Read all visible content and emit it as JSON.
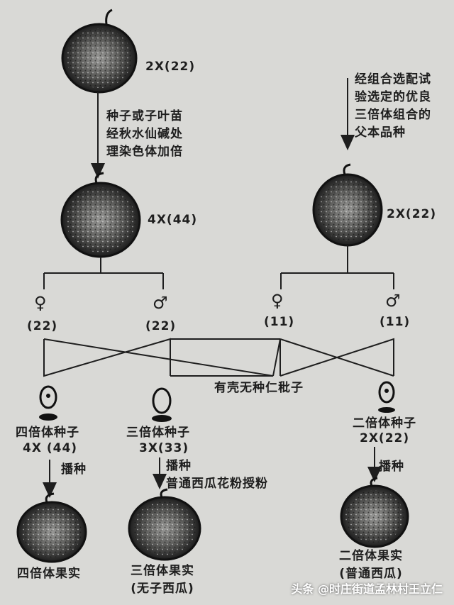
{
  "nodes": {
    "parent_diploid": "2X(22)",
    "tetraploid": "4X(44)",
    "male_parent": "2X(22)"
  },
  "notes": {
    "colchicine": "种子或子叶苗\n经秋水仙碱处\n理染色体加倍",
    "selection": "经组合选配试\n验选定的优良\n三倍体组合的\n父本品种"
  },
  "gametes": {
    "tetra_female_symbol": "♀",
    "tetra_female_count": "(22)",
    "tetra_male_symbol": "♂",
    "tetra_male_count": "(22)",
    "dip_female_symbol": "♀",
    "dip_female_count": "(11)",
    "dip_male_symbol": "♂",
    "dip_male_count": "(11)"
  },
  "cross_note": "有壳无种仁秕子",
  "seeds": {
    "tetraploid_name": "四倍体种子",
    "tetraploid_ploidy": "4X (44)",
    "triploid_name": "三倍体种子",
    "triploid_ploidy": "3X(33)",
    "diploid_name": "二倍体种子",
    "diploid_ploidy": "2X(22)"
  },
  "steps": {
    "sow1": "播种",
    "sow2": "播种\n普通西瓜花粉授粉",
    "sow3": "播种"
  },
  "fruits": {
    "tetraploid": "四倍体果实",
    "triploid": "三倍体果实\n(无子西瓜)",
    "diploid": "二倍体果实\n(普通西瓜)"
  },
  "watermark": "头条 @时庄街道孟林村王立仁",
  "colors": {
    "background": "#d9d9d6",
    "ink": "#1e1e1e",
    "fruit_fill": "#2a2a2a"
  }
}
